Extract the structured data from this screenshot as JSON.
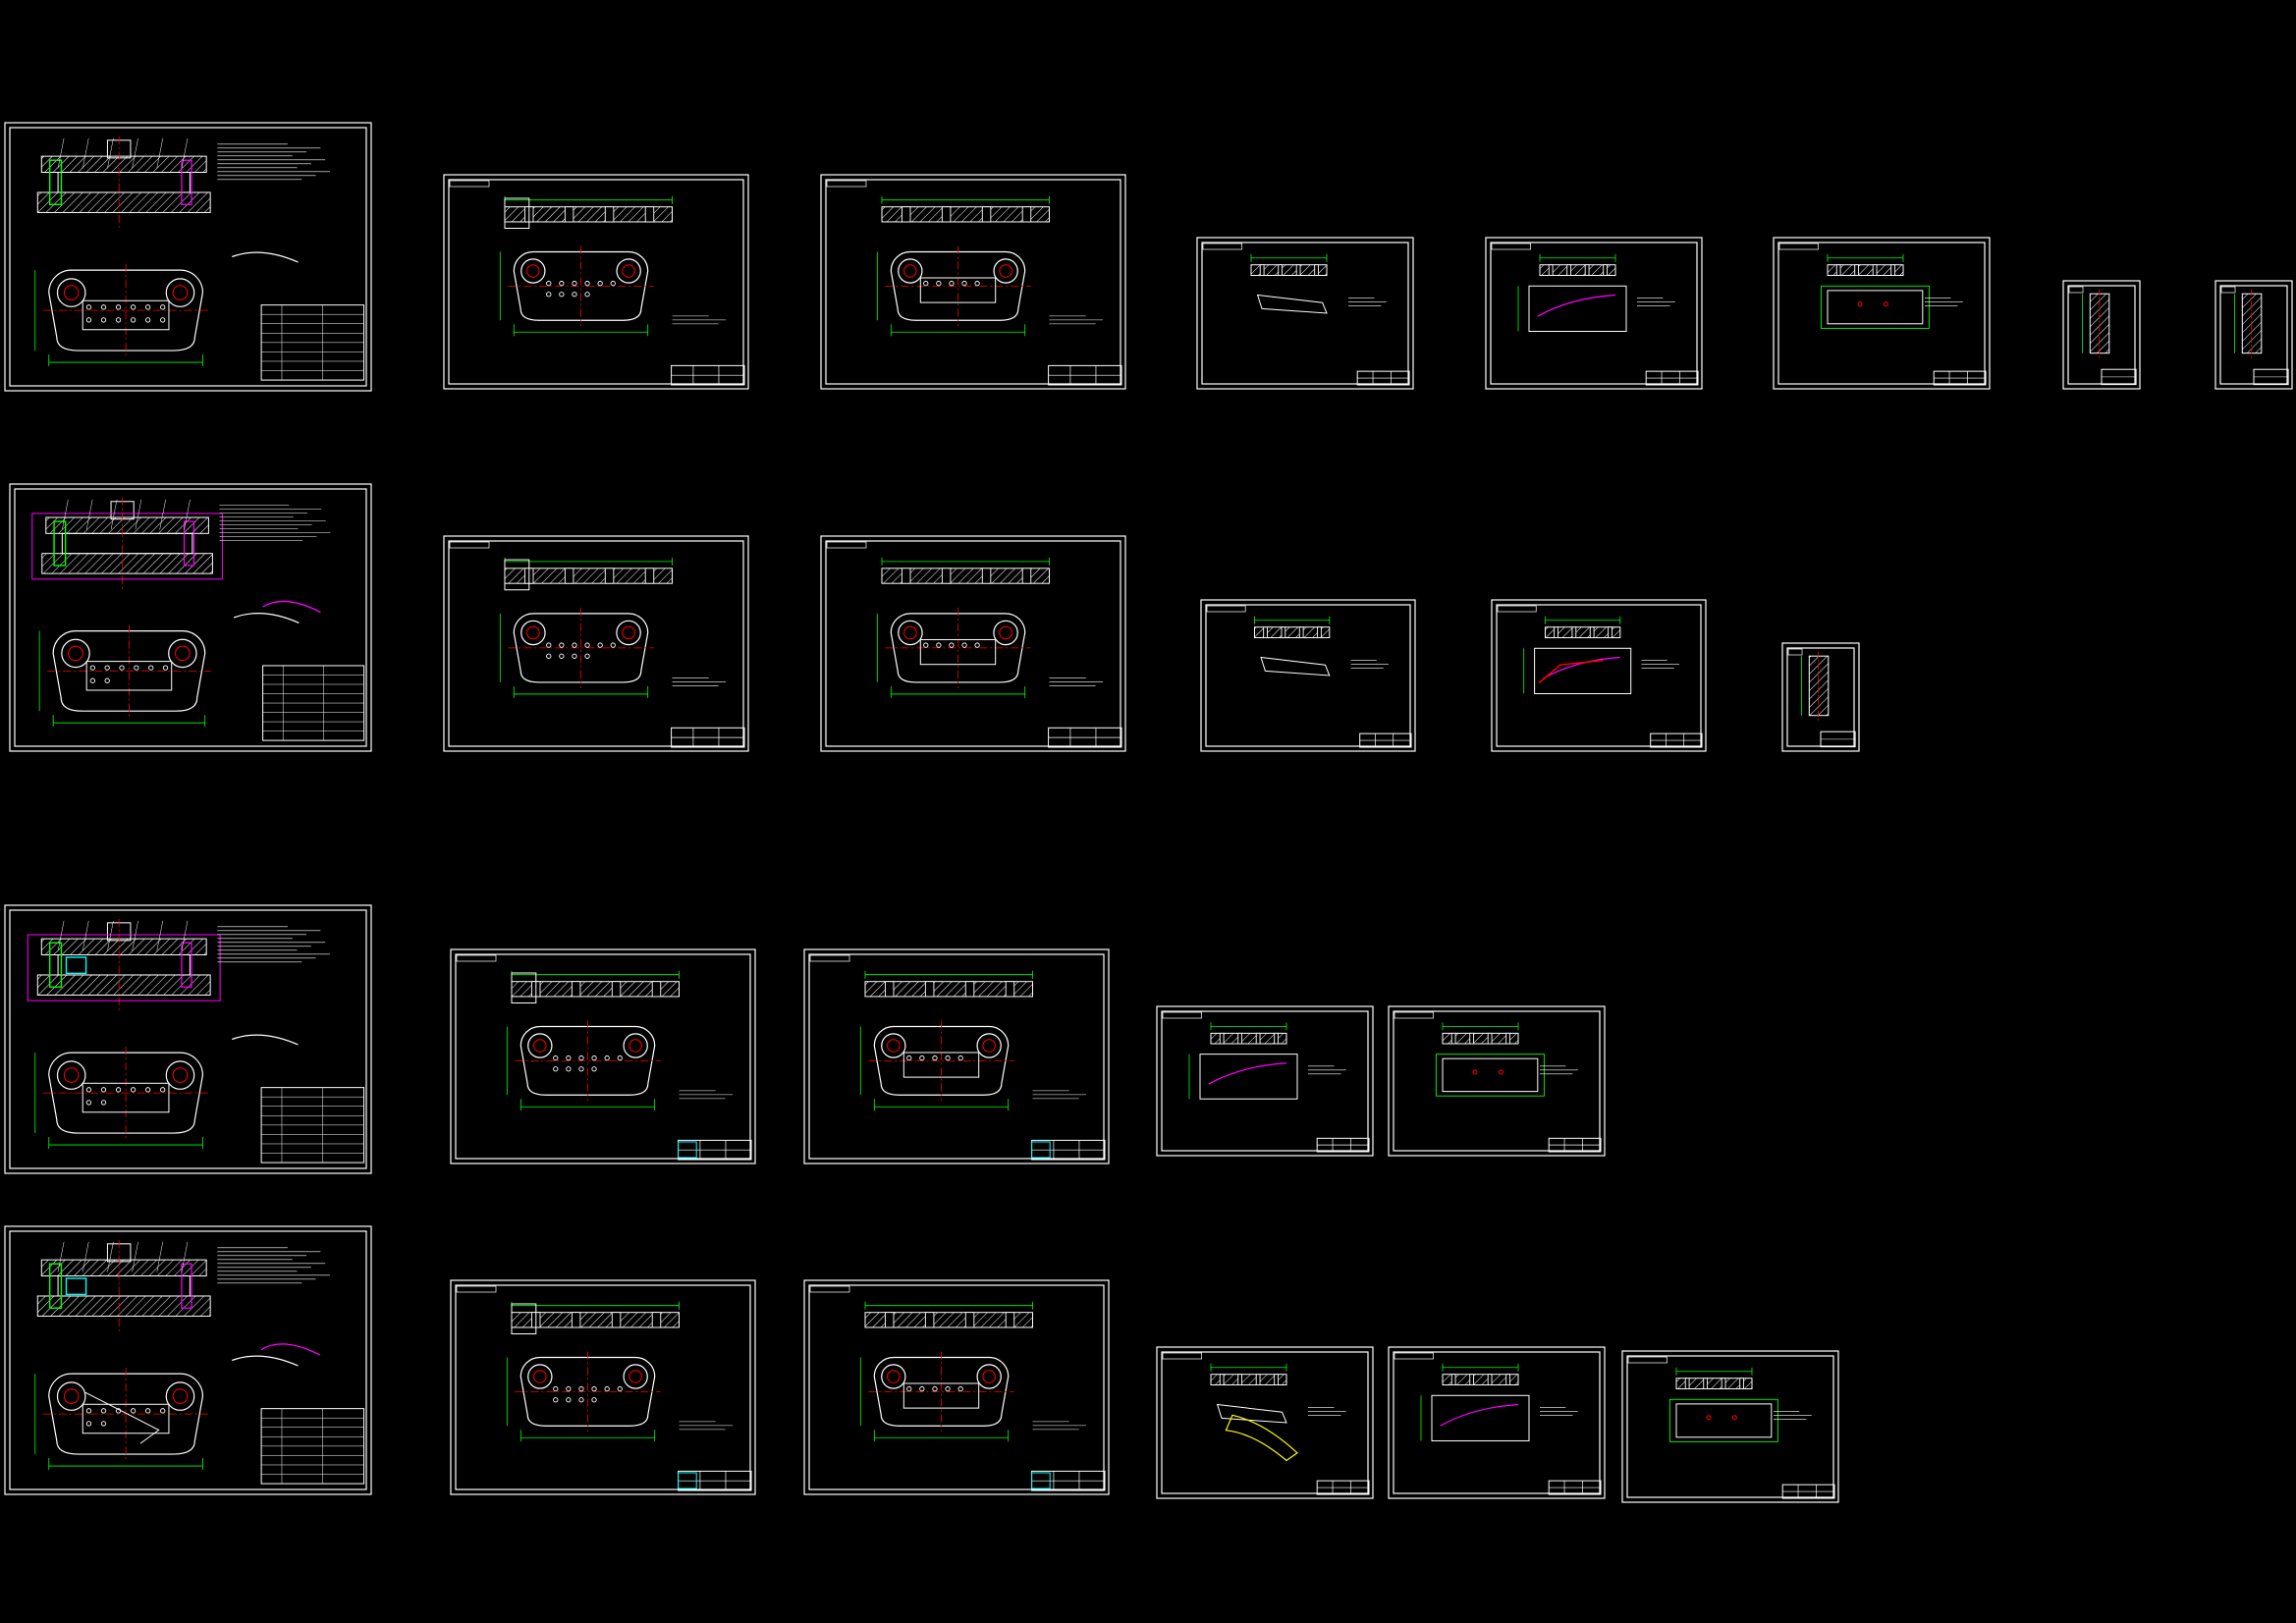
{
  "app": {
    "type": "CAD model space overview",
    "background": "#000000"
  },
  "colors": {
    "frame": "#ffffff",
    "dimension": "#00ff00",
    "centerline": "#ff0000",
    "hatch": "#ffffff",
    "accent_cyan": "#00ffff",
    "accent_magenta": "#ff00ff",
    "accent_yellow": "#ffff00"
  },
  "sheets": [
    {
      "id": "s1-assembly",
      "kind": "assembly",
      "variant": 1
    },
    {
      "id": "s1-part-a",
      "kind": "plate",
      "variant": 1
    },
    {
      "id": "s1-part-b",
      "kind": "plate",
      "variant": 2
    },
    {
      "id": "s1-part-c",
      "kind": "small-part",
      "variant": 1
    },
    {
      "id": "s1-part-d",
      "kind": "small-part",
      "variant": 2
    },
    {
      "id": "s1-part-e",
      "kind": "small-part",
      "variant": 3
    },
    {
      "id": "s1-part-f",
      "kind": "narrow",
      "variant": 1
    },
    {
      "id": "s1-part-g",
      "kind": "narrow",
      "variant": 2
    },
    {
      "id": "s2-assembly",
      "kind": "assembly",
      "variant": 2
    },
    {
      "id": "s2-part-a",
      "kind": "plate",
      "variant": 1
    },
    {
      "id": "s2-part-b",
      "kind": "plate",
      "variant": 2
    },
    {
      "id": "s2-part-c",
      "kind": "small-part",
      "variant": 1
    },
    {
      "id": "s2-part-d",
      "kind": "small-part",
      "variant": 2
    },
    {
      "id": "s2-part-e",
      "kind": "narrow",
      "variant": 1
    },
    {
      "id": "s3-assembly",
      "kind": "assembly",
      "variant": 3
    },
    {
      "id": "s3-part-a",
      "kind": "plate",
      "variant": 1
    },
    {
      "id": "s3-part-b",
      "kind": "plate",
      "variant": 2
    },
    {
      "id": "s3-part-c",
      "kind": "small-part",
      "variant": 2
    },
    {
      "id": "s3-part-d",
      "kind": "small-part",
      "variant": 3
    },
    {
      "id": "s4-assembly",
      "kind": "assembly",
      "variant": 4
    },
    {
      "id": "s4-part-a",
      "kind": "plate",
      "variant": 1
    },
    {
      "id": "s4-part-b",
      "kind": "plate",
      "variant": 2
    },
    {
      "id": "s4-part-c",
      "kind": "small-part",
      "variant": 1
    },
    {
      "id": "s4-part-d",
      "kind": "small-part",
      "variant": 2
    },
    {
      "id": "s4-part-e",
      "kind": "small-part",
      "variant": 3
    }
  ]
}
